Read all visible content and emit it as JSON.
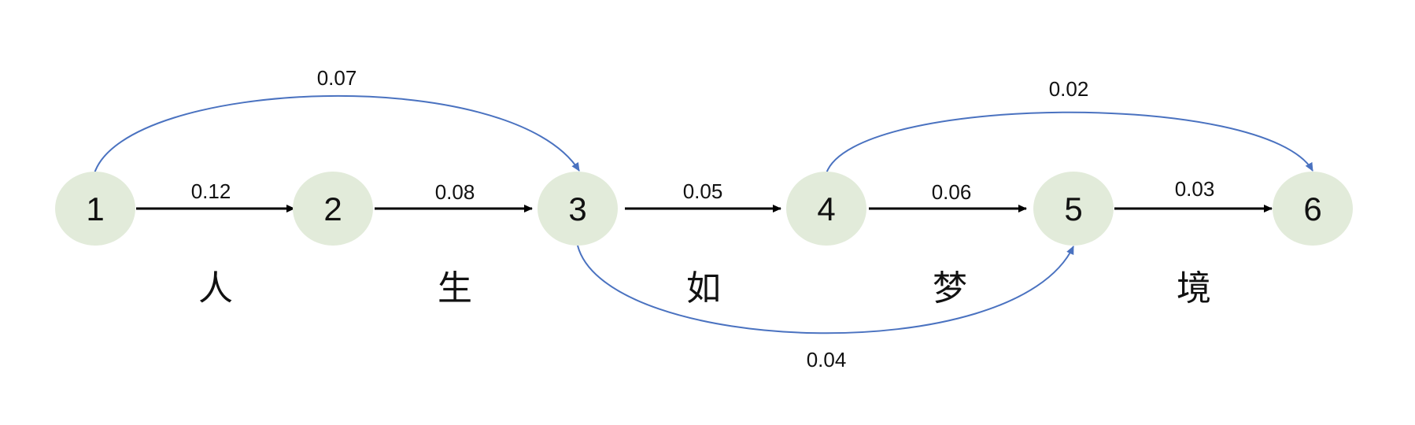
{
  "diagram": {
    "nodes": [
      {
        "id": "1",
        "label": "1"
      },
      {
        "id": "2",
        "label": "2"
      },
      {
        "id": "3",
        "label": "3"
      },
      {
        "id": "4",
        "label": "4"
      },
      {
        "id": "5",
        "label": "5"
      },
      {
        "id": "6",
        "label": "6"
      }
    ],
    "characters": [
      "人",
      "生",
      "如",
      "梦",
      "境"
    ],
    "edges": [
      {
        "from": "1",
        "to": "2",
        "weight": "0.12",
        "kind": "straight"
      },
      {
        "from": "2",
        "to": "3",
        "weight": "0.08",
        "kind": "straight"
      },
      {
        "from": "3",
        "to": "4",
        "weight": "0.05",
        "kind": "straight"
      },
      {
        "from": "4",
        "to": "5",
        "weight": "0.06",
        "kind": "straight"
      },
      {
        "from": "5",
        "to": "6",
        "weight": "0.03",
        "kind": "straight"
      },
      {
        "from": "1",
        "to": "3",
        "weight": "0.07",
        "kind": "arc-above"
      },
      {
        "from": "4",
        "to": "6",
        "weight": "0.02",
        "kind": "arc-above"
      },
      {
        "from": "3",
        "to": "5",
        "weight": "0.04",
        "kind": "arc-below"
      }
    ],
    "colors": {
      "node_fill": "#e2ebda",
      "straight_edge": "#000000",
      "arc_edge": "#4a72c0",
      "text": "#111111"
    }
  }
}
